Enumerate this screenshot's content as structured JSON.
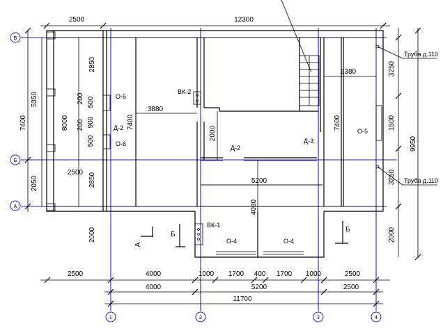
{
  "axes": {
    "vertical": [
      "1",
      "2",
      "3",
      "4"
    ],
    "horizontal": [
      "В",
      "Б",
      "А"
    ]
  },
  "dimensions": {
    "top": [
      "2500",
      "12300"
    ],
    "right": [
      "3250",
      "1500",
      "3250",
      "9950",
      "2000"
    ],
    "left": [
      "7400",
      "5350",
      "2050",
      "8000"
    ],
    "bottom_row1": [
      "2500",
      "4000",
      "1000",
      "1700",
      "400",
      "1700",
      "1000",
      "2500"
    ],
    "bottom_row2": [
      "4000",
      "5200",
      "2500"
    ],
    "bottom_row3": [
      "11700"
    ],
    "interior": [
      "2850",
      "200",
      "500",
      "200",
      "900",
      "500",
      "2850",
      "7400",
      "3880",
      "2000",
      "5200",
      "4080",
      "2380",
      "7400",
      "2500",
      "2000"
    ]
  },
  "labels": {
    "o6_top": "О-6",
    "o6_bottom": "О-6",
    "d2_left": "Д-2",
    "d2_center": "Д-2",
    "d3": "Д-3",
    "o5": "О-5",
    "o4_left": "О-4",
    "o4_right": "О-4",
    "vk2": "ВК-2",
    "vk1": "ВК-1",
    "pipe_top": "Труба д.110",
    "pipe_bottom": "Труба д.110",
    "section_a": "А",
    "section_b_left": "Б",
    "section_b_right": "Б"
  },
  "colors": {
    "axis": "#2424c8",
    "line": "#000000",
    "background": "#ffffff"
  }
}
